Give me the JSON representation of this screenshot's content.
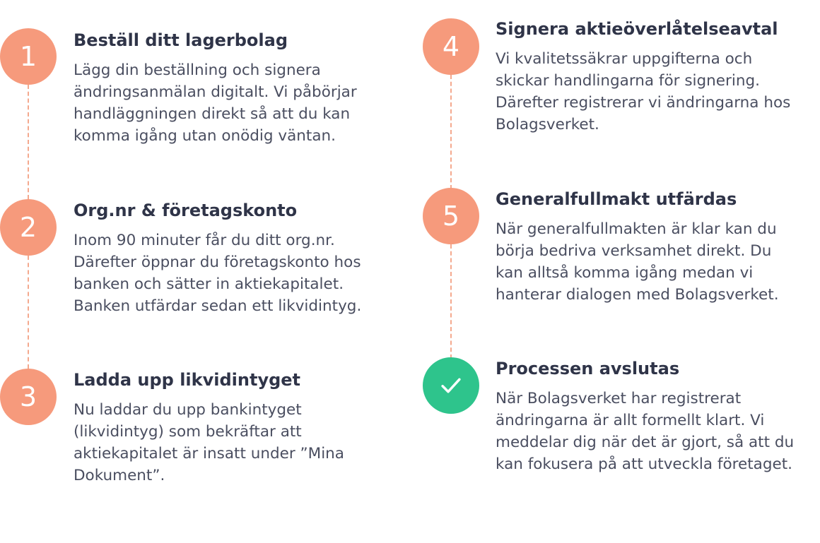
{
  "steps": [
    {
      "badge": "1",
      "title": "Beställ ditt lagerbolag",
      "description": "Lägg din beställning och signera ändringsanmälan digitalt. Vi påbörjar handläggningen direkt så att du kan komma igång utan onödig väntan."
    },
    {
      "badge": "2",
      "title": "Org.nr & företagskonto",
      "description": "Inom 90 minuter får du ditt org.nr. Därefter öppnar du företagskonto hos banken och sätter in aktiekapitalet. Banken utfärdar sedan ett likvidintyg."
    },
    {
      "badge": "3",
      "title": "Ladda upp likvidintyget",
      "description": "Nu laddar du upp bankintyget (likvidintyg) som bekräftar att aktiekapitalet är insatt under ”Mina Dokument”."
    },
    {
      "badge": "4",
      "title": "Signera aktieöverlåtelseavtal",
      "description": "Vi kvalitetssäkrar uppgifterna och skickar handlingarna för signering. Därefter registrerar vi ändringarna hos Bolagsverket."
    },
    {
      "badge": "5",
      "title": "Generalfullmakt utfärdas",
      "description": "När generalfullmakten är klar kan du börja bedriva verksamhet direkt. Du kan alltså komma igång medan vi hanterar dialogen med Bolagsverket."
    },
    {
      "badge_icon": "checkmark-icon",
      "title": "Processen avslutas",
      "description": "När Bolagsverket har registrerat ändringarna är allt formellt klart. Vi meddelar dig när det är gjort, så att du kan fokusera på att utveckla företaget."
    }
  ],
  "colors": {
    "badge": "#f69a7c",
    "badge_done": "#2ec48c",
    "connector": "#f4a98e",
    "title": "#2f3448",
    "text": "#4a4e60"
  }
}
